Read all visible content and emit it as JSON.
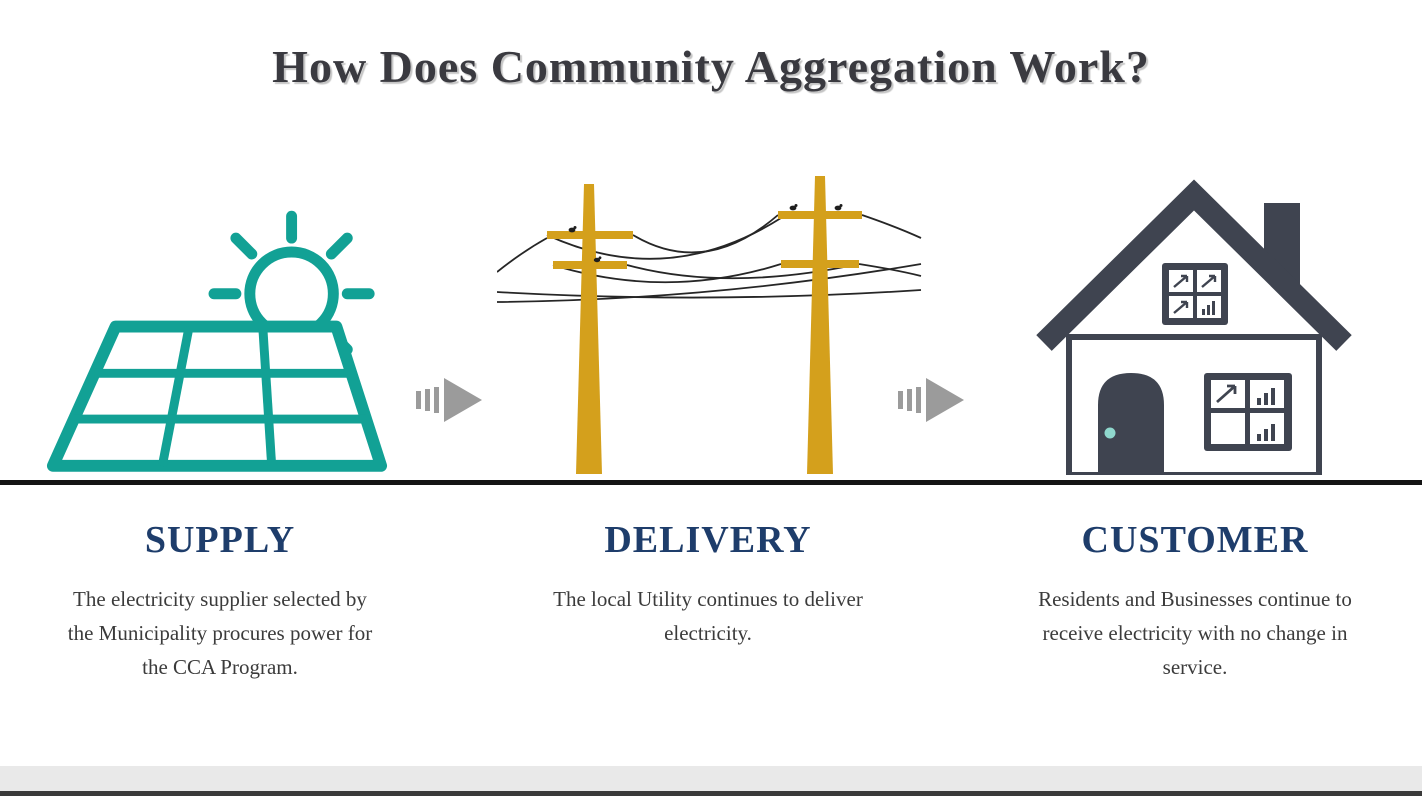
{
  "title": "How Does Community Aggregation Work?",
  "sections": [
    {
      "id": "supply",
      "heading": "SUPPLY",
      "description": "The electricity supplier selected by the Municipality procures power for the CCA Program.",
      "icon": "solar-panel-sun-icon"
    },
    {
      "id": "delivery",
      "heading": "DELIVERY",
      "description": "The local Utility continues to deliver electricity.",
      "icon": "utility-poles-icon"
    },
    {
      "id": "customer",
      "heading": "CUSTOMER",
      "description": "Residents and Businesses continue to receive electricity with no change in service.",
      "icon": "house-icon"
    }
  ],
  "icons": {
    "flow_arrow": "dashed-right-arrow-icon"
  },
  "colors": {
    "teal": "#12A195",
    "pole_gold": "#D4A01C",
    "wire_dark": "#262626",
    "house_charcoal": "#3F4450",
    "door_knob_teal": "#8FD8CD",
    "heading_navy": "#1E3D6B",
    "title_charcoal": "#3A3A40",
    "body_text": "#3B3B3B",
    "arrow_gray": "#9B9B9B",
    "ground_black": "#141414"
  }
}
